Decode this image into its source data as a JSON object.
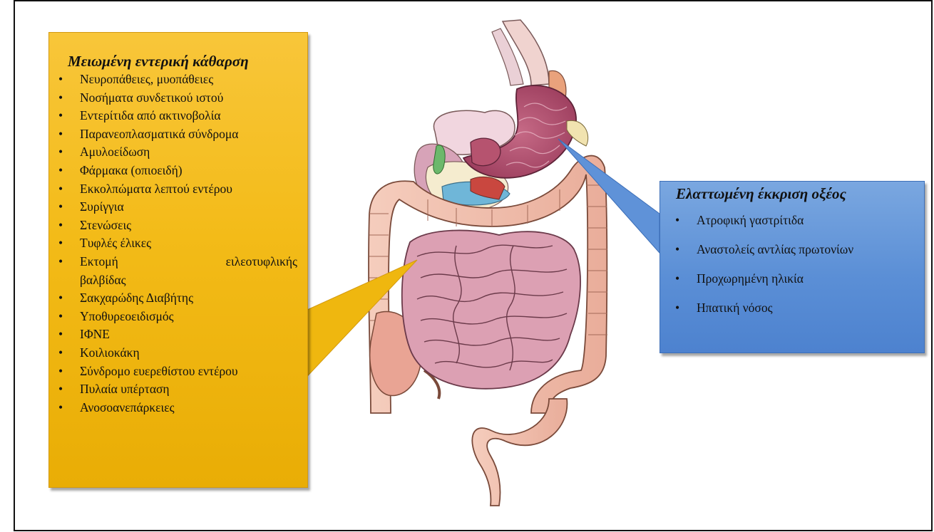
{
  "left_box": {
    "title": "Μειωμένη εντερική κάθαρση",
    "items": [
      "Νευροπάθειες, μυοπάθειες",
      "Νοσήματα συνδετικού ιστού",
      "Εντερίτιδα από ακτινοβολία",
      "Παρανεοπλασματικά σύνδρομα",
      "Αμυλοείδωση",
      "Φάρμακα (οπιοειδή)",
      "Εκκολπώματα λεπτού εντέρου",
      "Συρίγγια",
      "Στενώσεις",
      "Τυφλές έλικες",
      "Εκτομή",
      "ειλεοτυφλικής",
      "βαλβίδας",
      "Σακχαρώδης Διαβήτης",
      "Υποθυρεοειδισμός",
      "ΙΦΝΕ",
      "Κοιλιοκάκη",
      "Σύνδρομο ευερεθίστου εντέρου",
      "Πυλαία υπέρταση",
      "Ανοσοανεπάρκειες"
    ]
  },
  "right_box": {
    "title": "Ελαττωμένη έκκριση οξέος",
    "items": [
      "Ατροφική γαστρίτιδα",
      "Αναστολείς αντλίας πρωτονίων",
      "Προχωρημένη ηλικία",
      "Ηπατική νόσος"
    ]
  },
  "bullet": "•",
  "colors": {
    "yellow_box": "#f3bb18",
    "blue_box": "#5b8fd6",
    "colon": "#f2c3b4",
    "small_intestine": "#d89aae",
    "stomach": "#b5506f"
  }
}
